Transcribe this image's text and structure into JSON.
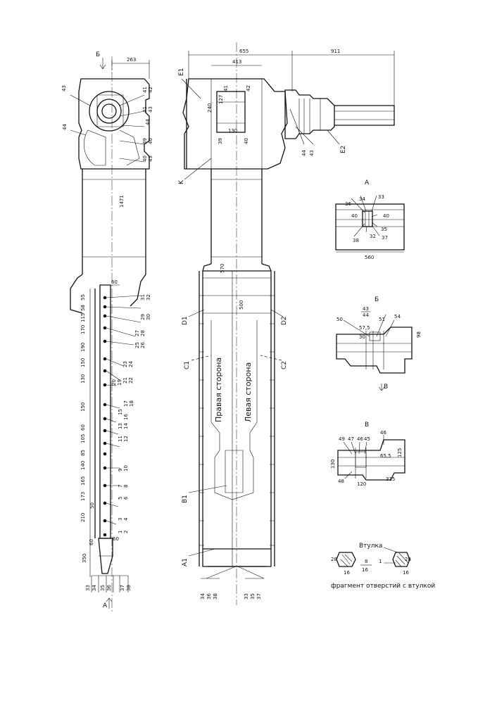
{
  "drawing": {
    "view_labels": {
      "A": "A",
      "B": "Б",
      "V": "В"
    },
    "left_view": {
      "dims": {
        "d263": "263",
        "d1471": "1471",
        "d60a": "60",
        "d350": "350",
        "d60b": "60",
        "d60c": "60"
      },
      "stations": [
        {
          "dim": "55",
          "top": "31",
          "bot": "32"
        },
        {
          "dim": "58",
          "top": "",
          "bot": ""
        },
        {
          "dim": "115",
          "top": "29",
          "bot": "30"
        },
        {
          "dim": "170",
          "top": "27",
          "bot": "28"
        },
        {
          "dim": "",
          "top": "25",
          "bot": "26"
        },
        {
          "dim": "190",
          "top": "23",
          "bot": "24"
        },
        {
          "dim": "150",
          "top": "21",
          "bot": "22"
        },
        {
          "dim": "130",
          "top": "19",
          "bot": "20"
        },
        {
          "dim": "150",
          "top": "17",
          "bot": "18"
        },
        {
          "dim": "",
          "top": "15",
          "bot": "16"
        },
        {
          "dim": "60",
          "top": "13",
          "bot": "14"
        },
        {
          "dim": "105",
          "top": "11",
          "bot": "12"
        },
        {
          "dim": "85",
          "top": "",
          "bot": ""
        },
        {
          "dim": "140",
          "top": "9",
          "bot": "10"
        },
        {
          "dim": "165",
          "top": "7",
          "bot": "8"
        },
        {
          "dim": "173",
          "top": "5",
          "bot": "6"
        },
        {
          "dim": "50",
          "top": "",
          "bot": ""
        },
        {
          "dim": "210",
          "top": "3",
          "bot": "4"
        },
        {
          "dim": "",
          "top": "1",
          "bot": "2"
        }
      ],
      "head_labels": {
        "l43": "43",
        "l44": "44",
        "l41": "41",
        "l42": "42",
        "l41b": "41",
        "l43b": "43",
        "l44b": "44",
        "l39": "39",
        "l40": "40",
        "l40b": "40",
        "l43c": "43"
      },
      "bottom_labels": [
        "33",
        "34",
        "35",
        "36",
        "37",
        "38"
      ]
    },
    "right_view": {
      "dims": {
        "d655": "655",
        "d911": "911",
        "d413": "413",
        "d240": "240",
        "d127": "127",
        "d130": "130",
        "d570": "570",
        "d500": "500"
      },
      "labels": {
        "E1": "E1",
        "E2": "E2",
        "K": "K",
        "D1": "D1",
        "D2": "D2",
        "C1": "C1",
        "C2": "C2",
        "B1": "B1",
        "A1": "A1",
        "n41": "41",
        "n42": "42",
        "n39": "39",
        "n40": "40",
        "n44": "44",
        "n43": "43"
      },
      "side_right": "Правая сторона",
      "side_left": "Левая сторона",
      "bottom_left": [
        "34",
        "36",
        "38"
      ],
      "bottom_right": [
        "33",
        "35",
        "37"
      ]
    },
    "detail_A": {
      "title": "A",
      "labels": {
        "n34": "34",
        "n33": "33",
        "n36": "36",
        "n40a": "40",
        "n40b": "40",
        "n35": "35",
        "n38": "38",
        "n32": "32",
        "n37": "37",
        "d560": "560"
      }
    },
    "detail_B": {
      "title": "Б",
      "labels": {
        "n43": "43",
        "n44": "44",
        "n50": "50",
        "n51": "51",
        "n54": "54",
        "d575": "57,5",
        "d30": "30",
        "d98": "98",
        "arrow": "В"
      }
    },
    "detail_V": {
      "title": "В",
      "labels": {
        "n49": "49",
        "n47": "47",
        "n46": "46",
        "n45": "45",
        "n46b": "46",
        "n48": "48",
        "d655": "65,5",
        "d125": "125",
        "d120": "120",
        "d315": "315",
        "d130": "130"
      }
    },
    "bushing": {
      "title": "Втулка",
      "caption": "фрагмент отверстий с втулкой",
      "labels": {
        "n28a": "28",
        "n16a": "16",
        "n8": "8",
        "n16b": "16",
        "n1": "1",
        "n28b": "28",
        "n16c": "16"
      }
    }
  }
}
